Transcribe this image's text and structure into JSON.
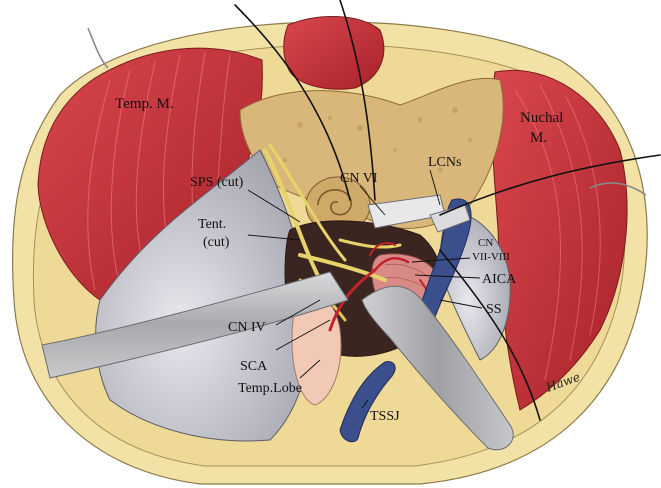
{
  "labels": {
    "temp_m": "Temp. M.",
    "nuchal_m_1": "Nuchal",
    "nuchal_m_2": "M.",
    "sps": "SPS (cut)",
    "tent_1": "Tent.",
    "tent_2": "(cut)",
    "cn_vi": "CN VI",
    "lcns": "LCNs",
    "cn_vii_viii_1": "CN",
    "cn_vii_viii_2": "VII-VIII",
    "aica": "AICA",
    "ss": "SS",
    "cn_iv": "CN IV",
    "sca": "SCA",
    "temp_lobe": "Temp.Lobe",
    "tssj": "TSSJ"
  },
  "signature": "Hawe",
  "colors": {
    "skin": "#f3e2a6",
    "skin_edge": "#8a7a4a",
    "muscle": "#c9343b",
    "bone": "#d9b77a",
    "dura": "#a9a9b2",
    "cavity": "#f2c9b4",
    "vessel": "#3a4f8c",
    "artery": "#c0232a",
    "nerve": "#e8d36a",
    "retractor": "#b9babd"
  }
}
